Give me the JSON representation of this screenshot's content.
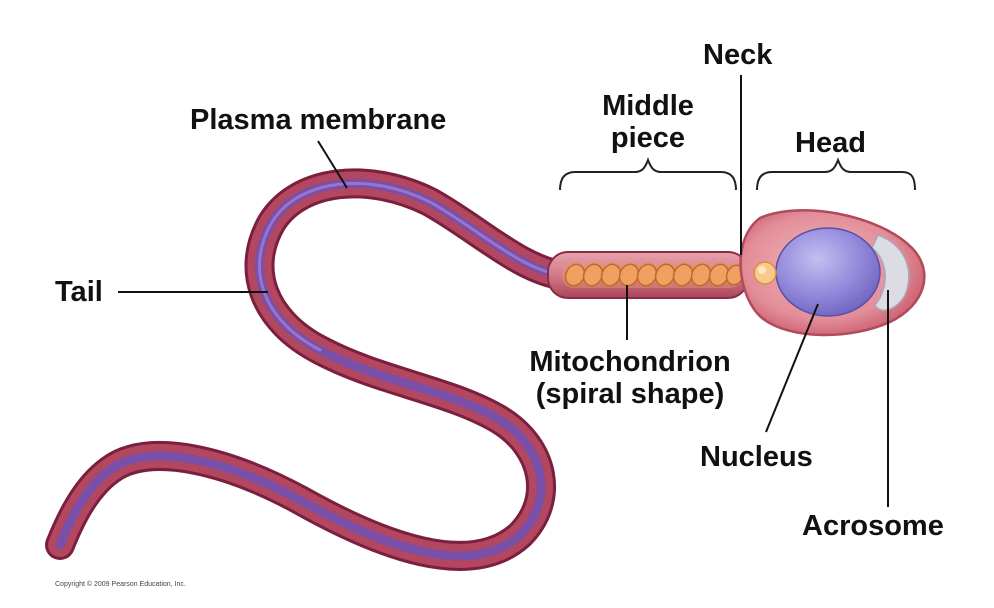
{
  "labels": {
    "plasma_membrane": "Plasma membrane",
    "tail": "Tail",
    "middle_piece_line1": "Middle",
    "middle_piece_line2": "piece",
    "neck": "Neck",
    "head": "Head",
    "mitochondrion_line1": "Mitochondrion",
    "mitochondrion_line2": "(spiral shape)",
    "nucleus": "Nucleus",
    "acrosome": "Acrosome"
  },
  "copyright": "Copyright © 2009 Pearson Education, Inc.",
  "colors": {
    "tail_outer": "#8a2a4a",
    "tail_mid": "#b3475f",
    "tail_core": "#7a4fa8",
    "head_outer": "#d9707e",
    "head_fill": "#e99aa4",
    "nucleus": "#8f86d8",
    "acrosome": "#d9d9e0",
    "mitochondrion": "#f0a060",
    "centriole": "#f6c27a"
  }
}
